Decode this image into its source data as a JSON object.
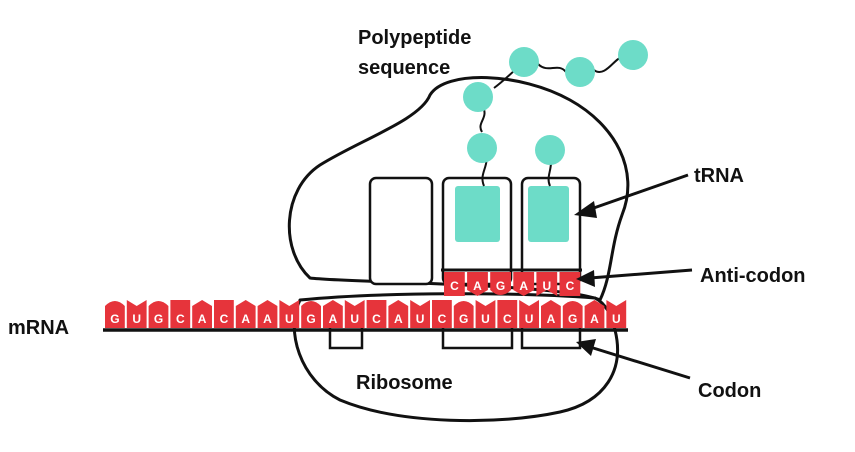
{
  "colors": {
    "stroke": "#111111",
    "nucleotide_red": "#e6343b",
    "trna_teal": "#6ddcc8",
    "text": "#111111"
  },
  "labels": {
    "polypeptide_line1": "Polypeptide",
    "polypeptide_line2": "sequence",
    "trna": "tRNA",
    "anticodon": "Anti-codon",
    "mrna": "mRNA",
    "codon": "Codon",
    "ribosome": "Ribosome"
  },
  "mrna": {
    "bases": [
      "G",
      "U",
      "G",
      "C",
      "A",
      "C",
      "A",
      "A",
      "U",
      "G",
      "A",
      "U",
      "C",
      "A",
      "U",
      "C",
      "G",
      "U",
      "C",
      "U",
      "A",
      "G",
      "A",
      "U"
    ]
  },
  "anticodon": {
    "bases": [
      "C",
      "A",
      "G",
      "A",
      "U",
      "C"
    ]
  },
  "icons": {
    "polypeptide": "amino-acid-bead-icon",
    "arrow": "pointer-arrow-icon"
  }
}
